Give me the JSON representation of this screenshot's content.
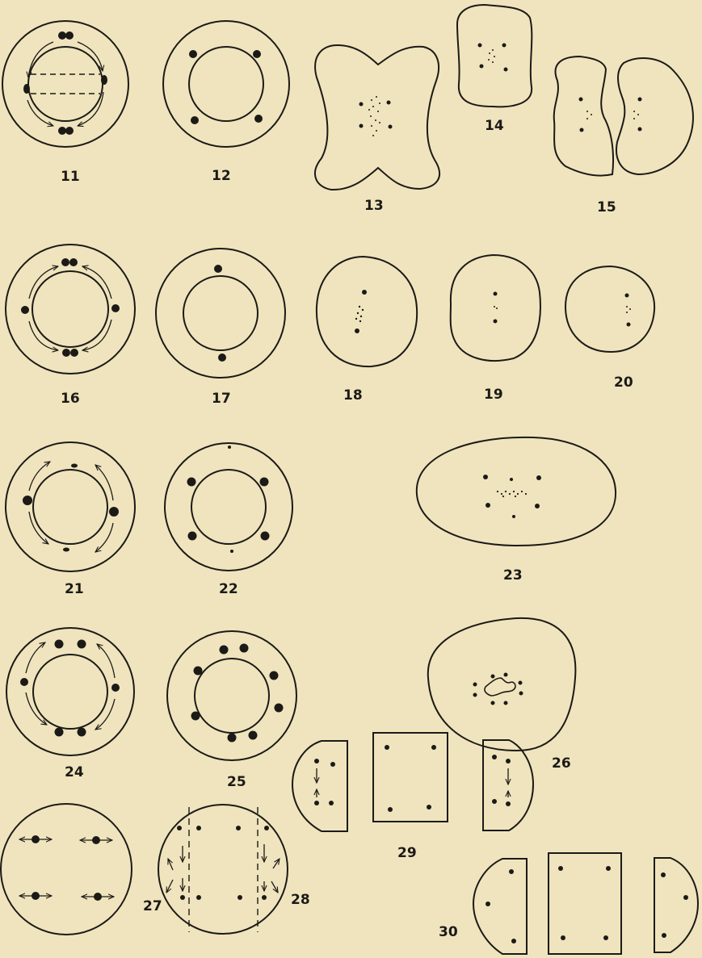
{
  "plate": {
    "colors": {
      "paper": "#efe4bd",
      "ink": "#1c1a17"
    },
    "figures": [
      {
        "id": "11",
        "label": "11"
      },
      {
        "id": "12",
        "label": "12"
      },
      {
        "id": "13",
        "label": "13"
      },
      {
        "id": "14",
        "label": "14"
      },
      {
        "id": "15",
        "label": "15"
      },
      {
        "id": "16",
        "label": "16"
      },
      {
        "id": "17",
        "label": "17"
      },
      {
        "id": "18",
        "label": "18"
      },
      {
        "id": "19",
        "label": "19"
      },
      {
        "id": "20",
        "label": "20"
      },
      {
        "id": "21",
        "label": "21"
      },
      {
        "id": "22",
        "label": "22"
      },
      {
        "id": "23",
        "label": "23"
      },
      {
        "id": "24",
        "label": "24"
      },
      {
        "id": "25",
        "label": "25"
      },
      {
        "id": "26",
        "label": "26"
      },
      {
        "id": "27",
        "label": "27"
      },
      {
        "id": "28",
        "label": "28"
      },
      {
        "id": "29",
        "label": "29"
      },
      {
        "id": "30",
        "label": "30"
      }
    ]
  }
}
